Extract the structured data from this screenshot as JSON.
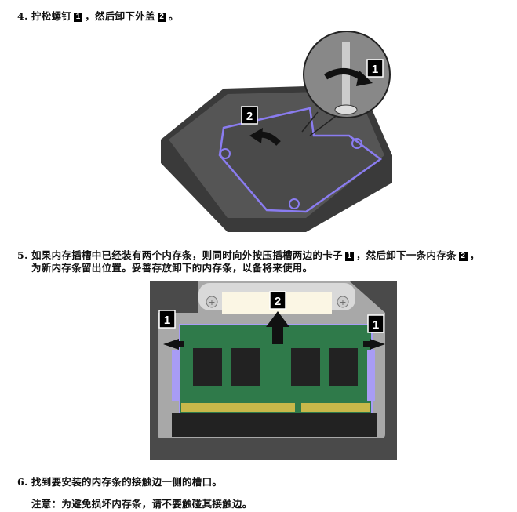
{
  "steps": [
    {
      "number": "4.",
      "text_a": "拧松螺钉",
      "badge_a": "1",
      "text_b": "，然后卸下外盖",
      "badge_b": "2",
      "text_c": "。"
    },
    {
      "number": "5.",
      "text_a": "如果内存插槽中已经装有两个内存条，则同时向外按压插槽两边的卡子",
      "badge_a": "1",
      "text_b": "，然后卸下一条内存条",
      "badge_b": "2",
      "text_c": "，",
      "line2": "为新内存条留出位置。妥善存放卸下的内存条，以备将来使用。"
    },
    {
      "number": "6.",
      "text": "找到要安装的内存条的接触边一侧的槽口。",
      "note_label": "注意：",
      "note_text": "为避免损坏内存条，请不要触碰其接触边。"
    }
  ],
  "figure1": {
    "callouts": [
      "1",
      "2"
    ]
  },
  "figure2": {
    "callouts": [
      "1",
      "2",
      "1"
    ]
  }
}
